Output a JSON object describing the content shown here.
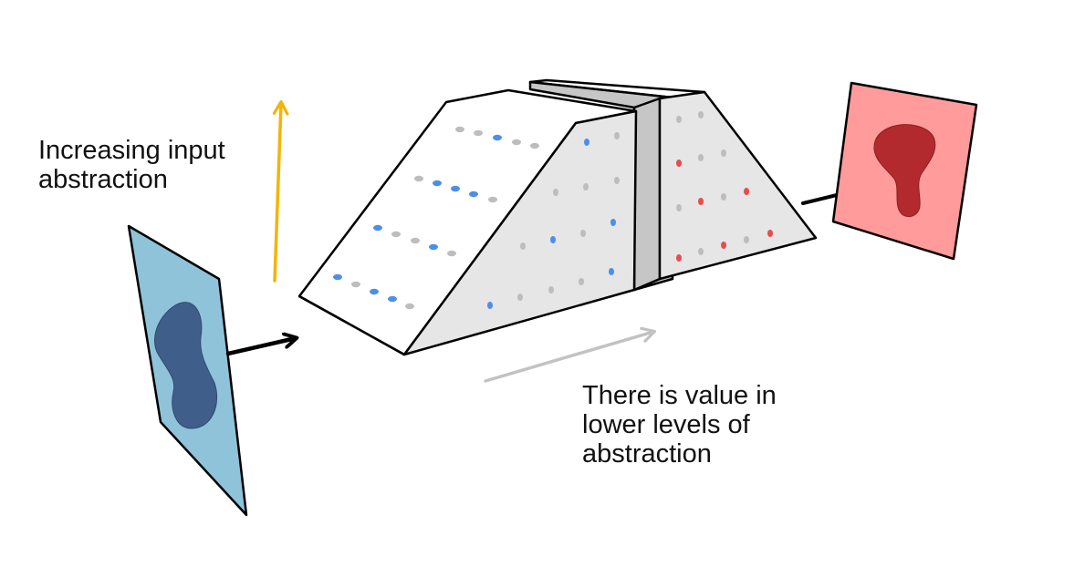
{
  "labels": {
    "input_abstraction": [
      "Increasing input",
      "abstraction"
    ],
    "lower_levels": [
      "There is value in",
      "lower levels of",
      "abstraction"
    ]
  },
  "colors": {
    "input_panel": "#8fc3da",
    "input_blob": "#3f5f8a",
    "output_panel": "#ff9b9b",
    "output_blob": "#b22a2e",
    "block_face": "#e6e6e6",
    "block_top": "#ffffff",
    "dark_side": "#c6c6c6",
    "dot_gray": "#bdbdbd",
    "dot_blue": "#4d8fe8",
    "dot_red": "#e84c4c",
    "arrow_orange": "#f5b400",
    "arrow_gray": "#c2c2c2",
    "arrow_black": "#000000",
    "outline": "#000000"
  }
}
